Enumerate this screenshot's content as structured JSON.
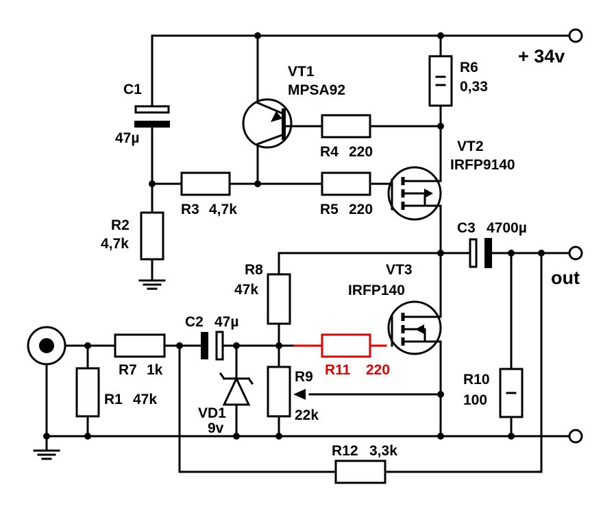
{
  "supply": {
    "label": "+ 34v"
  },
  "output": {
    "label": "out"
  },
  "components": {
    "c1": {
      "ref": "C1",
      "value": "47µ"
    },
    "r2": {
      "ref": "R2",
      "value": "4,7k"
    },
    "r3": {
      "ref": "R3",
      "value": "4,7k"
    },
    "vt1": {
      "ref": "VT1",
      "part": "MPSA92"
    },
    "r4": {
      "ref": "R4",
      "value": "220"
    },
    "r5": {
      "ref": "R5",
      "value": "220"
    },
    "r6": {
      "ref": "R6",
      "value": "0,33"
    },
    "vt2": {
      "ref": "VT2",
      "part": "IRFP9140"
    },
    "c3": {
      "ref": "C3",
      "value": "4700µ"
    },
    "r8": {
      "ref": "R8",
      "value": "47k"
    },
    "vt3": {
      "ref": "VT3",
      "part": "IRFP140"
    },
    "c2": {
      "ref": "C2",
      "value": "47µ"
    },
    "r7": {
      "ref": "R7",
      "value": "1k"
    },
    "r1": {
      "ref": "R1",
      "value": "47k"
    },
    "vd1": {
      "ref": "VD1",
      "value": "9v"
    },
    "r9": {
      "ref": "R9",
      "value": "22k"
    },
    "r11": {
      "ref": "R11",
      "value": "220"
    },
    "r10": {
      "ref": "R10",
      "value": "100"
    },
    "r12": {
      "ref": "R12",
      "value": "3,3k"
    }
  },
  "colors": {
    "wire": "#000000",
    "highlight": "#e00000",
    "background": "#ffffff"
  }
}
